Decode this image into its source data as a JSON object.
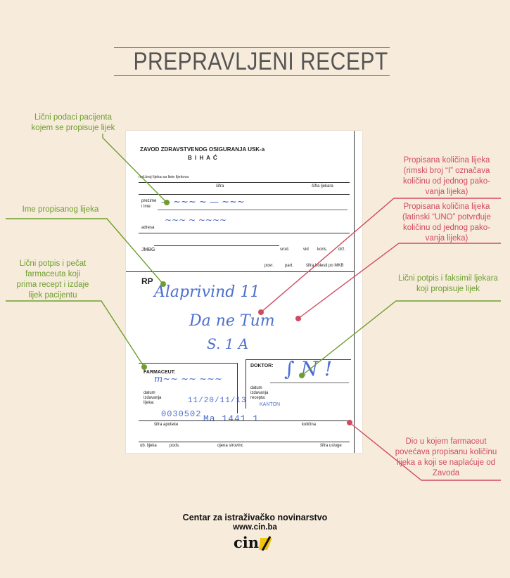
{
  "title": "PREPRAVLJENI RECEPT",
  "annotations": {
    "patient_data": "Lični podaci pacijenta\nkojem se propisuje lijek",
    "drug_name": "Ime propisanog lijeka",
    "pharmacist_signature": "Lični potpis i pečat\nfarmaceuta koji\nprima recept i izdaje\nlijek pacijentu",
    "quantity_roman": "Propisana količina lijeka\n(rimski broj  “I” označava\nkoličinu od jednog pako-\nvanja lijeka)",
    "quantity_latin": "Propisana količina lijeka\n(latinski “UNO” potvrđuje\nkoličinu od jednog pako-\nvanja lijeka)",
    "doctor_signature": "Lični potpis i faksimil ljekara\nkoji propisuje lijek",
    "pharmacist_increase": "Dio u kojem farmaceut\npovećava propisanu količinu\nlijeka a koji se naplaćuje od\nZavoda"
  },
  "prescription": {
    "institution": "ZAVOD ZDRAVSTVENOG OSIGURANJA USK-a",
    "city": "B I H A Ć",
    "row_label": "red.broj lijeka sa liste lijekova",
    "sifra": "šifra",
    "sifra_ljekara": "šifra ljekara",
    "prezime_ime": "prezime\ni ime:",
    "adresa": "adresa",
    "jmbg": "JMBG",
    "srod": "srod.",
    "vid": "vid",
    "koris": "koris.",
    "drz": "drž.",
    "povr": "povr.",
    "part": "part.",
    "sifra_bolesti": "šifra bolesti po MKB",
    "rp": "RP",
    "drug_line1": "Alaprivind 11",
    "drug_line2": "Da ne Tum",
    "drug_line3": "S. 1 A",
    "doktor": "DOKTOR:",
    "datum_izdavanja_recepta": "datum\nizdavanja\nrecepta:",
    "farmaceut": "FARMACEUT:",
    "datum_izdavanja_lijeka": "datum\nizdavanja\nlijeka:",
    "date_written": "11/20/11/13",
    "pharmacy_code": "0030502",
    "sifra_apoteke": "šifra apoteke",
    "kolicina": "količina",
    "ob_lijeka": "ob. lijeka",
    "pods": "pods.",
    "ojena_sirovinc": "ojena sirovinc",
    "sifra_usluge": "šifra usluge",
    "stamp_text": "KANTON",
    "bottom_digits": "Ma 1441 1"
  },
  "footer": {
    "org": "Centar za istraživačko novinarstvo",
    "url": "www.cin.ba",
    "logo": "cin"
  },
  "colors": {
    "background": "#f7ecdc",
    "green": "#6e9e2e",
    "red": "#d24a5e",
    "title": "#555555",
    "ink": "#4b6fd0"
  }
}
